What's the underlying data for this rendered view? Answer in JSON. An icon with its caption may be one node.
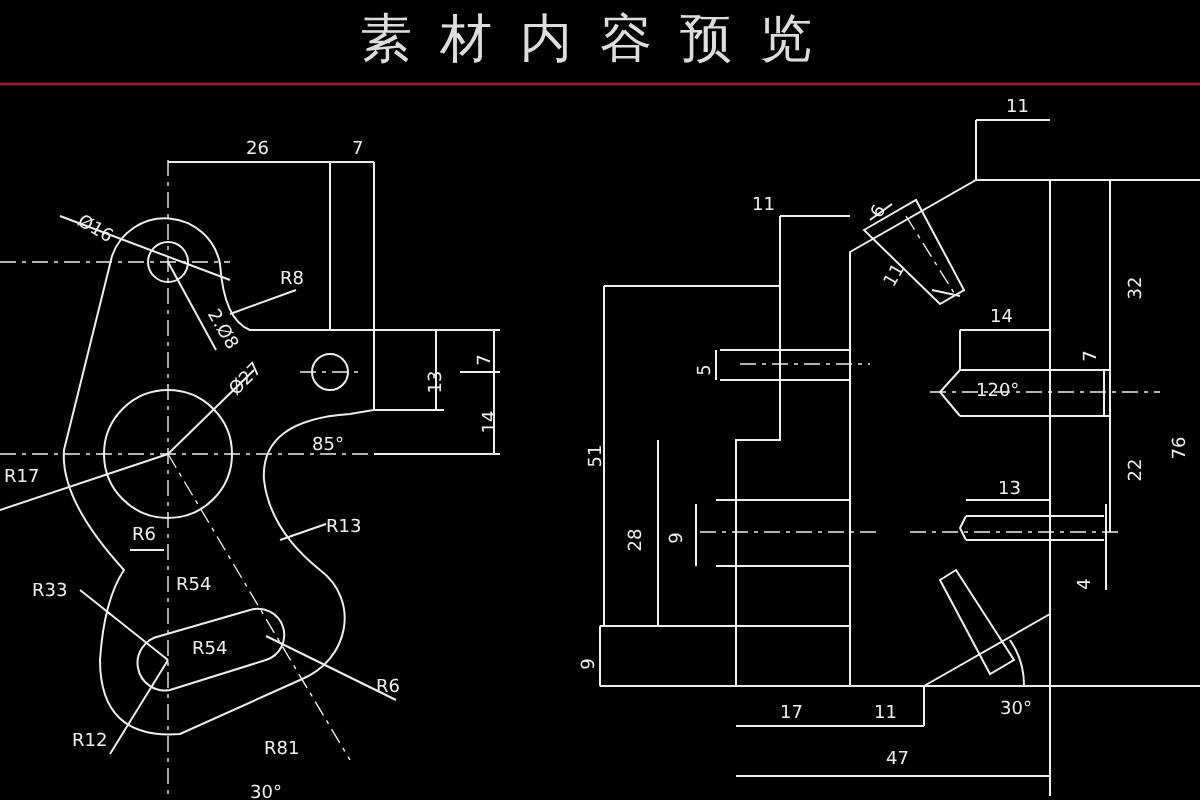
{
  "diagram": {
    "title": "素材内容预览",
    "labels": [
      "26",
      "7",
      "Ø16",
      "R8",
      "2.Ø8",
      "Ø27",
      "13",
      "7",
      "14",
      "85°",
      "R17",
      "R6",
      "R33",
      "R54",
      "R13",
      "R54",
      "R6",
      "R12",
      "R81",
      "30°",
      "11",
      "6",
      "11",
      "11",
      "14",
      "5",
      "120°",
      "7",
      "32",
      "76",
      "13",
      "22",
      "51",
      "28",
      "9",
      "4",
      "9",
      "17",
      "11",
      "30°",
      "47"
    ]
  }
}
